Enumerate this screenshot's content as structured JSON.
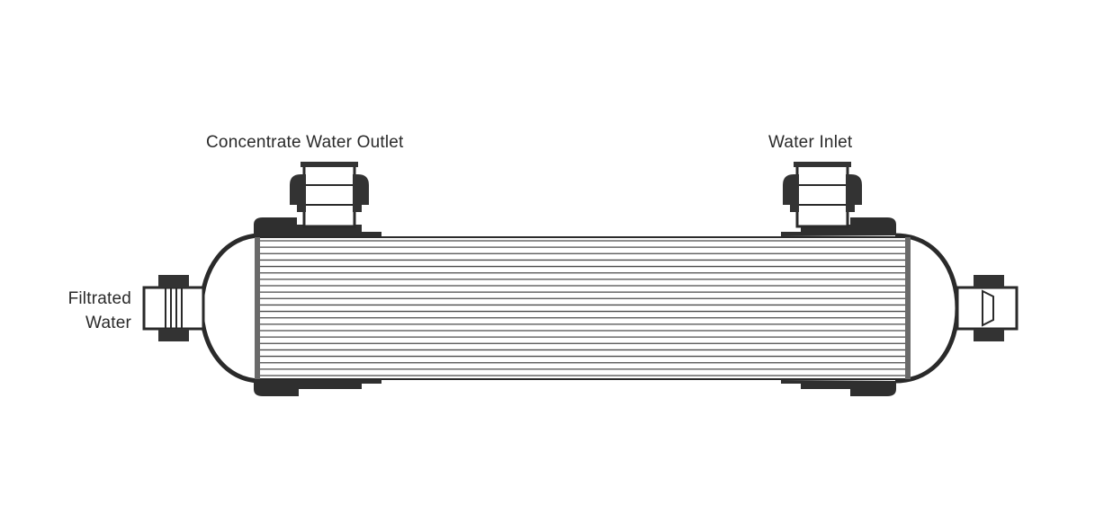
{
  "labels": {
    "concentrate_outlet": "Concentrate Water Outlet",
    "water_inlet": "Water Inlet",
    "filtrated_line1": "Filtrated",
    "filtrated_line2": "Water"
  },
  "colors": {
    "outline": "#2a2a2a",
    "fitting": "#333333",
    "membrane_line": "#4a4a4a",
    "background": "#ffffff"
  },
  "diagram": {
    "membrane_line_count": 22
  }
}
